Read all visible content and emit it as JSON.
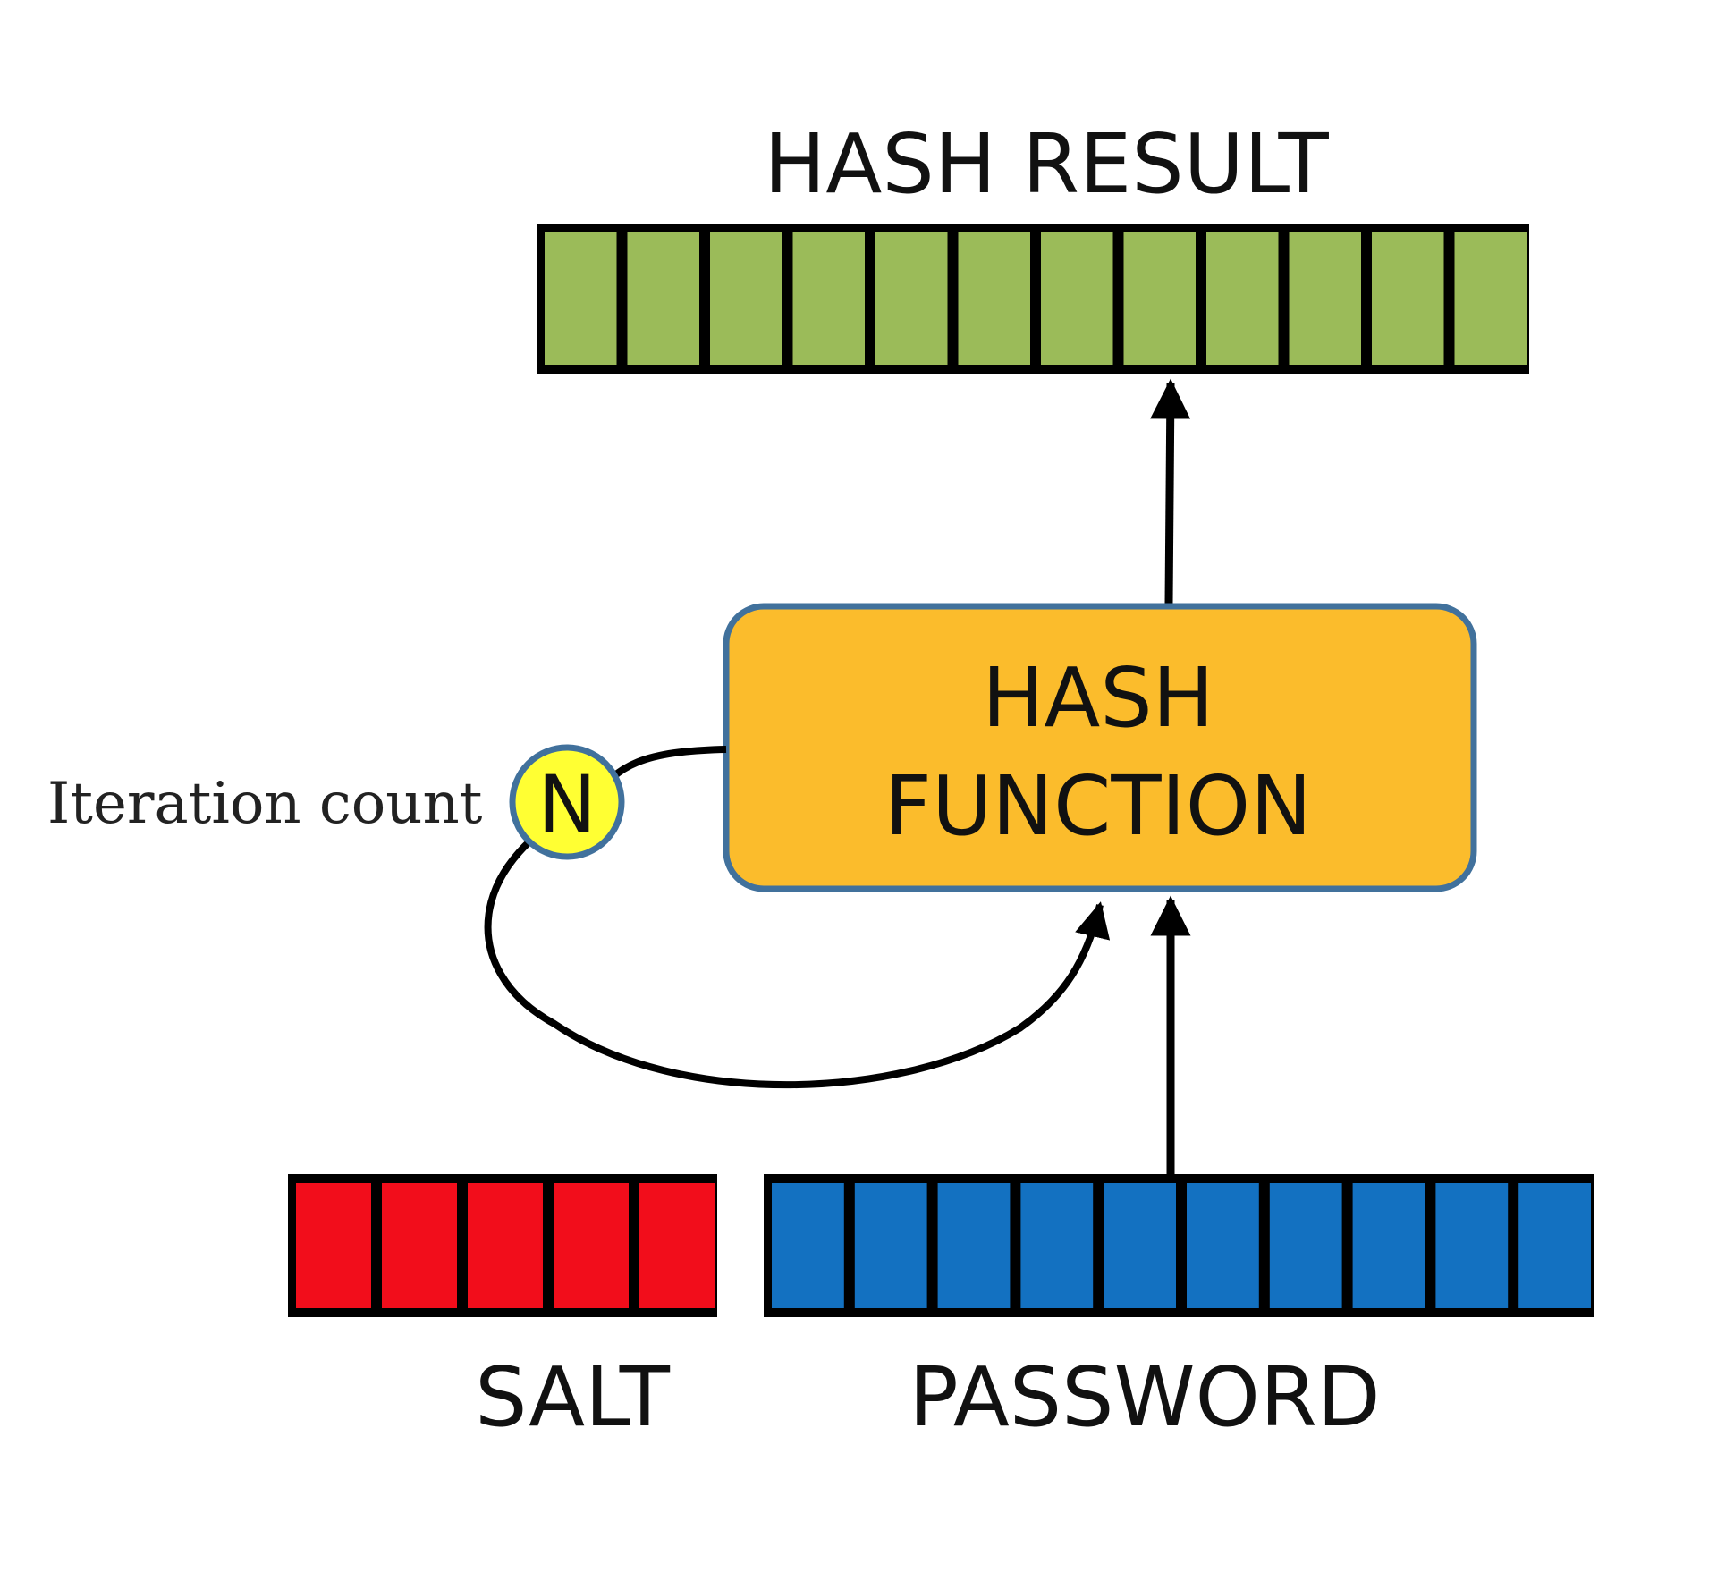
{
  "labels": {
    "hash_result": "HASH RESULT",
    "hash_function_line1": "HASH",
    "hash_function_line2": "FUNCTION",
    "iteration_count": "Iteration count",
    "n": "N",
    "salt": "SALT",
    "password": "PASSWORD"
  },
  "colors": {
    "hash_result_cell": "#9BBB59",
    "salt_cell": "#F20D1B",
    "password_cell": "#1371C1",
    "hash_function_fill": "#FBBC2C",
    "hash_function_border": "#41719C",
    "n_circle_fill": "#FFFF33",
    "n_circle_border": "#41719C",
    "cell_border": "#000000",
    "arrow": "#000000"
  },
  "blocks": {
    "hash_result_cells": 12,
    "salt_cells": 5,
    "password_cells": 10
  }
}
